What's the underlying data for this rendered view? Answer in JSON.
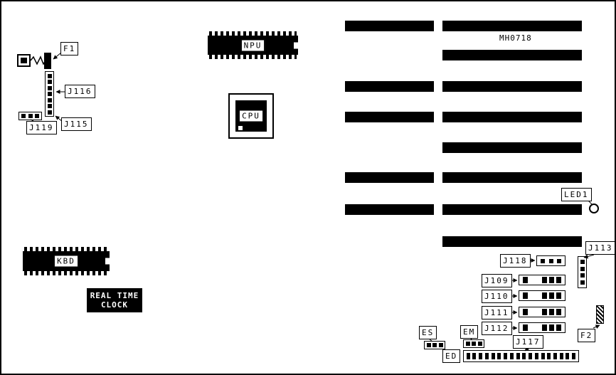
{
  "board": {
    "part_number": "MH0718",
    "colors": {
      "ink": "#000000",
      "paper": "#ffffff"
    }
  },
  "chips": {
    "npu": "NPU",
    "cpu": "CPU",
    "kbd": "KBD"
  },
  "rtc": {
    "line1": "REAL TIME",
    "line2": "CLOCK"
  },
  "callouts": {
    "f1": "F1",
    "j116": "J116",
    "j119": "J119",
    "j115": "J115",
    "led1": "LED1",
    "j113": "J113",
    "j118": "J118",
    "j109": "J109",
    "j110": "J110",
    "j111": "J111",
    "j112": "J112",
    "f2": "F2",
    "es": "ES",
    "em": "EM",
    "ed": "ED",
    "j117": "J117"
  }
}
